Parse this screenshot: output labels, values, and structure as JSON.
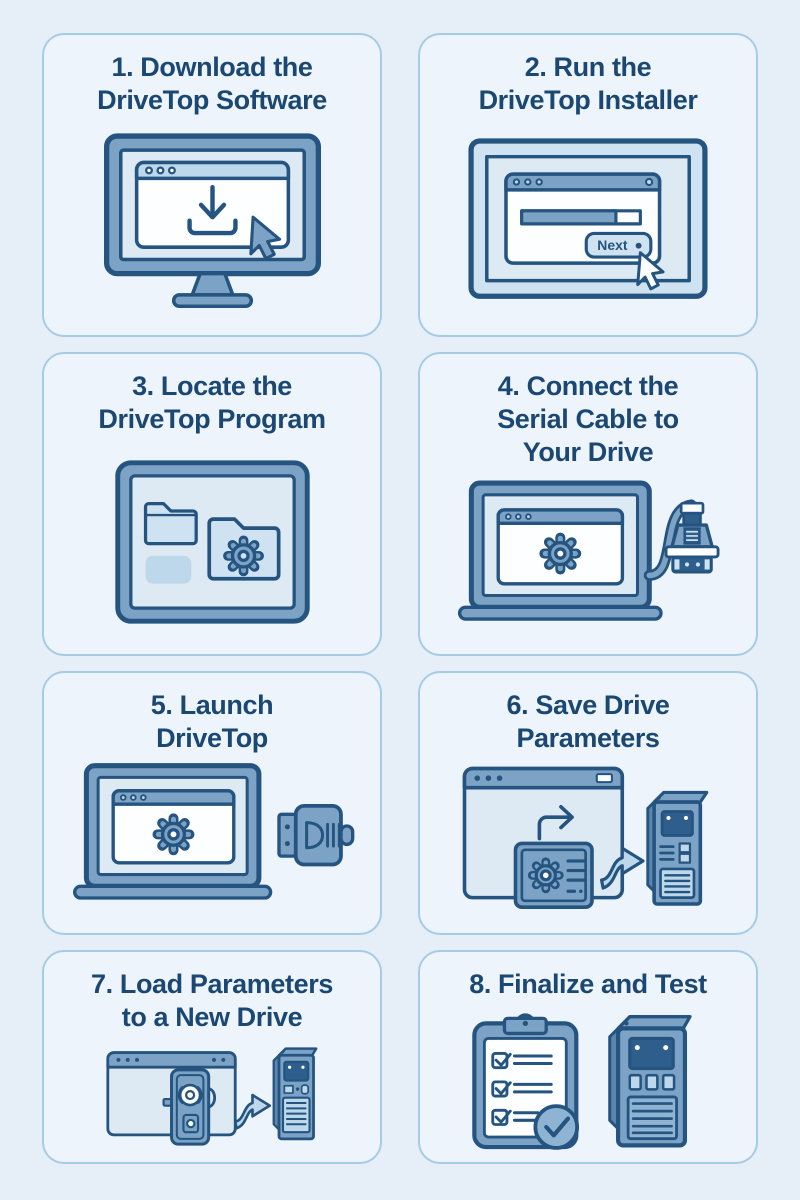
{
  "theme": {
    "page_bg": "#e6eff8",
    "card_bg": "#edf4fb",
    "card_border": "#a6cbe6",
    "navy": "#24547f",
    "mid": "#7ca3c5",
    "light": "#bdd8eb",
    "screen": "#dde9f3",
    "pale": "#cfe2f1",
    "paper": "#fdfeff",
    "title_color": "#1b4872",
    "dark": "#2e5f8c",
    "flange": "#5d86ad",
    "badge": "#8fb4d3"
  },
  "steps": [
    {
      "num": 1,
      "title": "1. Download the\nDriveTop Software",
      "icon": "monitor-download-icon"
    },
    {
      "num": 2,
      "title": "2. Run the\nDriveTop Installer",
      "icon": "installer-progress-icon",
      "button_label": "Next"
    },
    {
      "num": 3,
      "title": "3. Locate the\nDriveTop Program",
      "icon": "file-explorer-folders-icon"
    },
    {
      "num": 4,
      "title": "4. Connect the\nSerial Cable to\nYour Drive",
      "icon": "laptop-serial-cable-icon"
    },
    {
      "num": 5,
      "title": "5. Launch\nDriveTop",
      "icon": "laptop-connector-icon"
    },
    {
      "num": 6,
      "title": "6. Save Drive\nParameters",
      "icon": "save-parameters-icon"
    },
    {
      "num": 7,
      "title": "7. Load Parameters\nto a New Drive",
      "icon": "load-parameters-icon"
    },
    {
      "num": 8,
      "title": "8. Finalize and Test",
      "icon": "checklist-drive-icon"
    }
  ]
}
